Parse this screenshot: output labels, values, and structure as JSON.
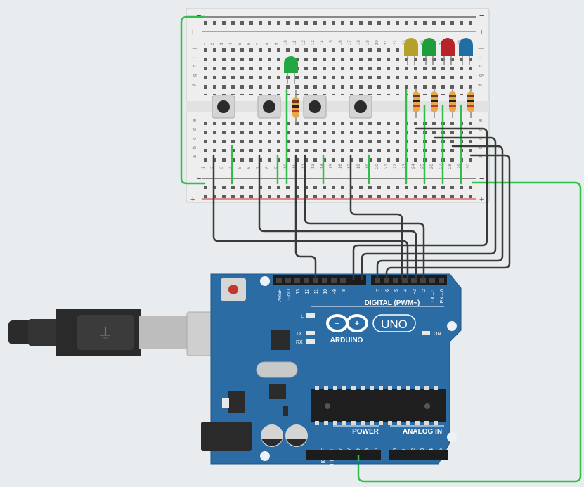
{
  "breadboard": {
    "rail_minus": "−",
    "rail_plus": "+",
    "row_letters_top": [
      "j",
      "i",
      "h",
      "g",
      "f"
    ],
    "row_letters_bottom": [
      "e",
      "d",
      "c",
      "b",
      "a"
    ],
    "column_labels": [
      "1",
      "2",
      "3",
      "4",
      "5",
      "6",
      "7",
      "8",
      "9",
      "10",
      "11",
      "12",
      "13",
      "14",
      "15",
      "16",
      "17",
      "18",
      "19",
      "20",
      "21",
      "22",
      "23",
      "24",
      "25",
      "26",
      "27",
      "28",
      "29",
      "30"
    ]
  },
  "leds": [
    {
      "color": "#b5a02a",
      "name": "yellow"
    },
    {
      "color": "#1f9d3a",
      "name": "green"
    },
    {
      "color": "#b8232a",
      "name": "red"
    },
    {
      "color": "#1f6fa3",
      "name": "blue"
    },
    {
      "color": "#22a843",
      "name": "green-single"
    }
  ],
  "colors": {
    "board_blue": "#2b6ca5",
    "wire_dark": "#3a3a3a",
    "wire_green": "#2fbf4a",
    "rail_red": "#d32a2a"
  },
  "arduino": {
    "brand": "ARDUINO",
    "model": "UNO",
    "digital_header": "DIGITAL (PWM~)",
    "power_header": "POWER",
    "analog_header": "ANALOG IN",
    "label_l": "L",
    "label_tx": "TX",
    "label_rx": "RX",
    "label_on": "ON",
    "digital_pins_left": [
      "AREF",
      "GND",
      "13",
      "12",
      "~11",
      "~10",
      "~9",
      "8"
    ],
    "digital_pins_right": [
      "7",
      "~6",
      "~5",
      "4",
      "~3",
      "2",
      "TX→1",
      "RX←0"
    ],
    "power_pins": [
      "IOREF",
      "RESET",
      "3.3V",
      "5V",
      "GND",
      "GND",
      "Vin"
    ],
    "analog_pins": [
      "A0",
      "A1",
      "A2",
      "A3",
      "A4",
      "A5"
    ]
  }
}
